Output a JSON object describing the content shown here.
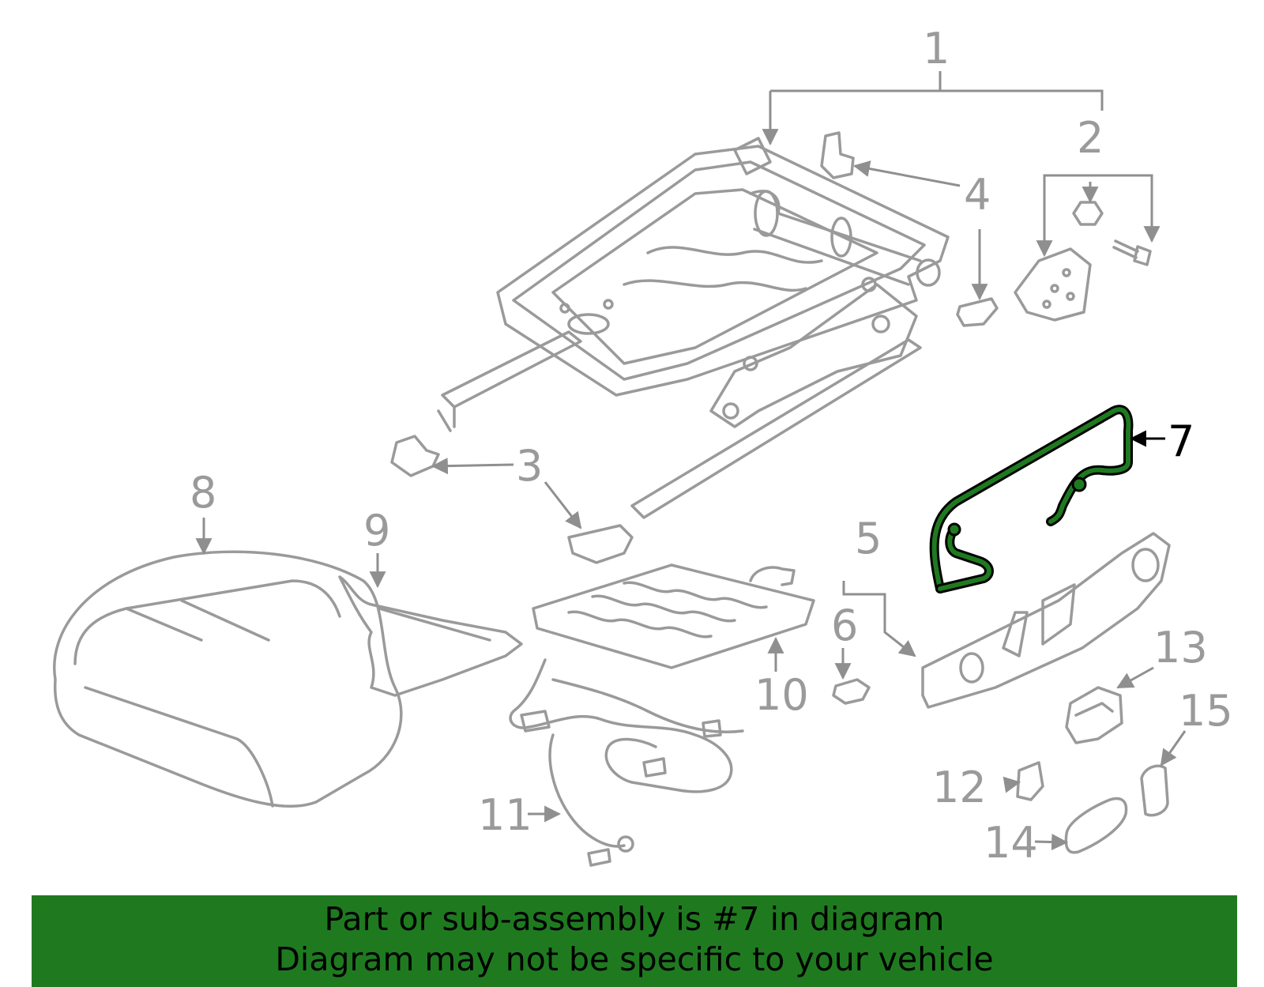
{
  "callouts": [
    "1",
    "2",
    "3",
    "4",
    "5",
    "6",
    "7",
    "8",
    "9",
    "10",
    "11",
    "12",
    "13",
    "14",
    "15"
  ],
  "highlighted_part": "7",
  "colors": {
    "highlight": "#1f7a1f",
    "parts": "#9a9a9a",
    "banner_text": "#000000"
  },
  "banner": {
    "line1": "Part or sub-assembly is #7 in diagram",
    "line2": "Diagram may not be specific to your vehicle"
  }
}
